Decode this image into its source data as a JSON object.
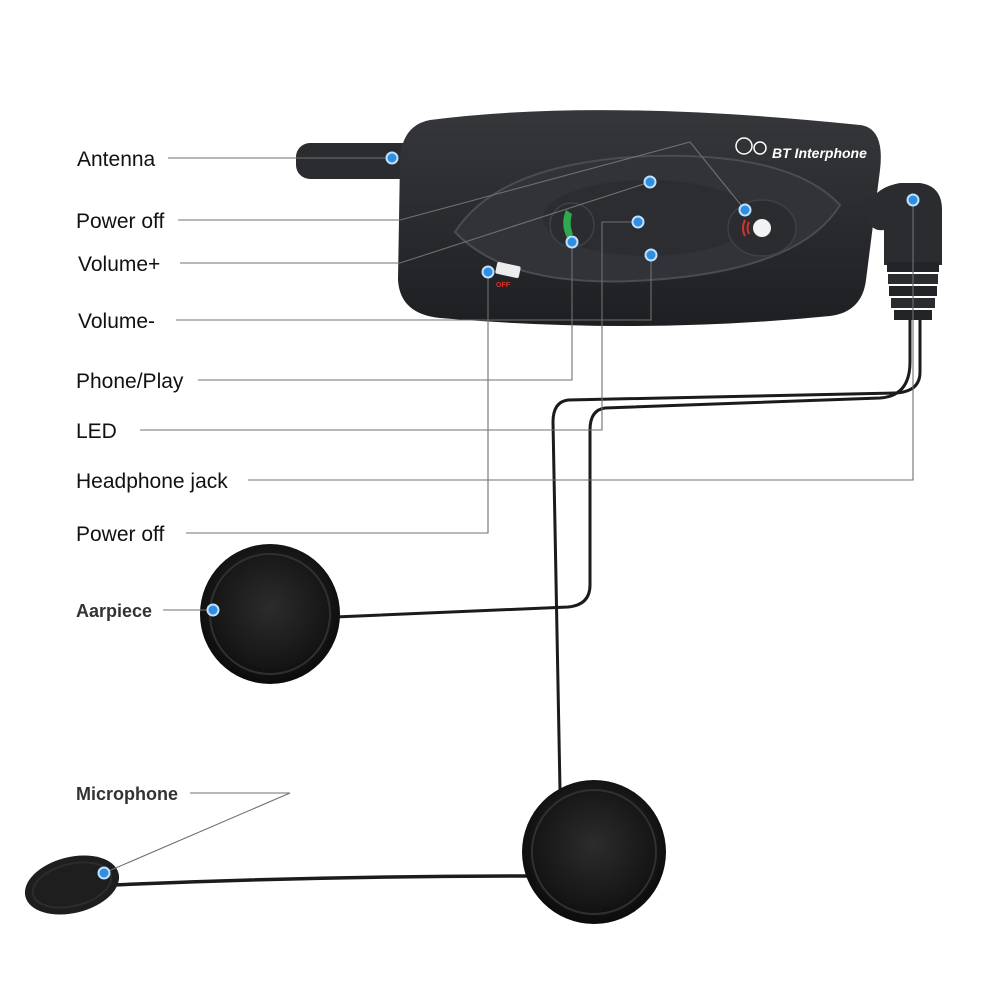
{
  "brand": {
    "text": "BT Interphone",
    "switch_text": "OFF",
    "colors": {
      "body": "#26282b",
      "panel": "#34363a",
      "phone_green": "#2fa84f",
      "accent_red": "#d8322a",
      "marker": "#2f8ee0"
    }
  },
  "labels": [
    {
      "id": "antenna",
      "text": "Antenna"
    },
    {
      "id": "power-off-top",
      "text": "Power off"
    },
    {
      "id": "volume-up",
      "text": "Volume+"
    },
    {
      "id": "volume-down",
      "text": "Volume-"
    },
    {
      "id": "phone-play",
      "text": "Phone/Play"
    },
    {
      "id": "led",
      "text": "LED"
    },
    {
      "id": "headphone-jack",
      "text": "Headphone jack"
    },
    {
      "id": "power-off-bottom",
      "text": "Power off"
    },
    {
      "id": "earpiece",
      "text": "Aarpiece"
    },
    {
      "id": "microphone",
      "text": "Microphone"
    }
  ]
}
